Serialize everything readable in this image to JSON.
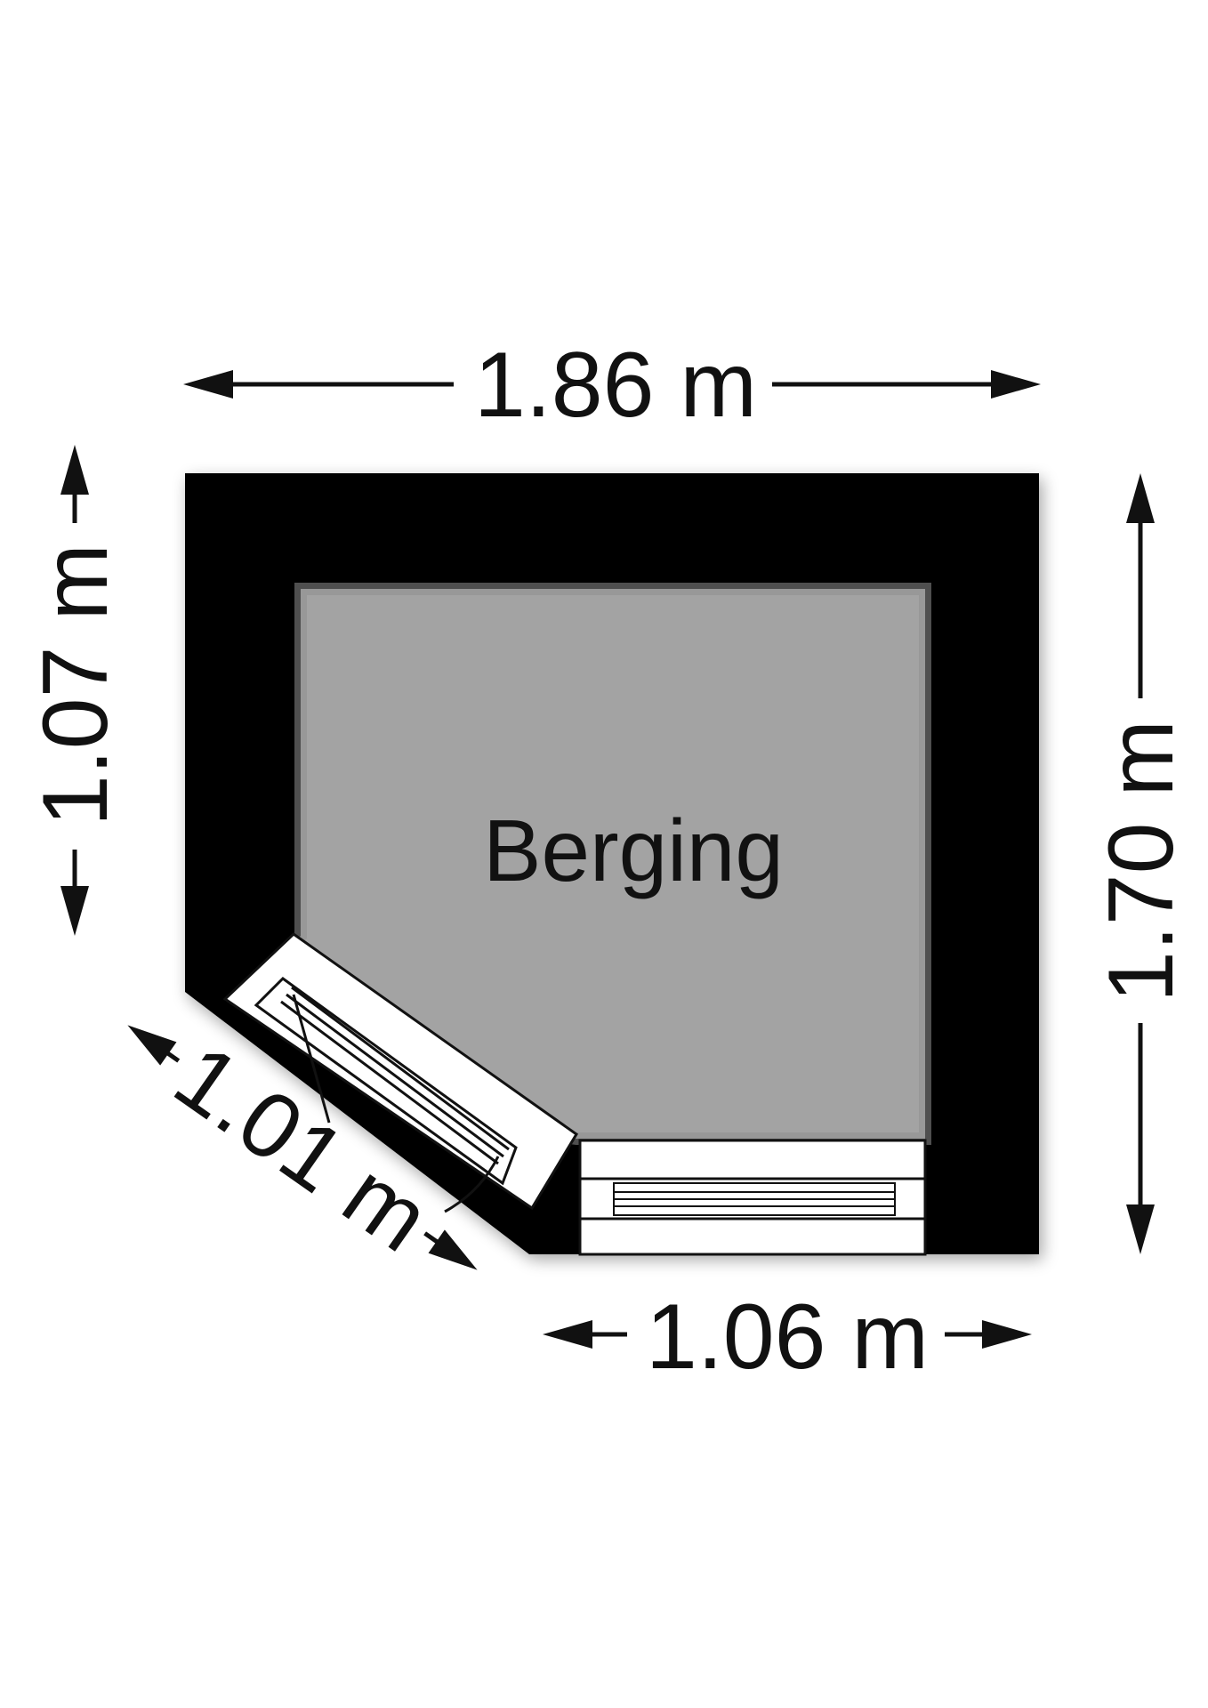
{
  "room": {
    "label": "Berging"
  },
  "dimensions": {
    "top": "1.86 m",
    "left": "1.07 m",
    "right": "1.70 m",
    "bottom": "1.06 m",
    "diagonal": "1.01 m"
  },
  "colors": {
    "wall": "#000000",
    "floor": "#a3a3a3",
    "window_frame": "#ffffff",
    "line": "#111111"
  }
}
